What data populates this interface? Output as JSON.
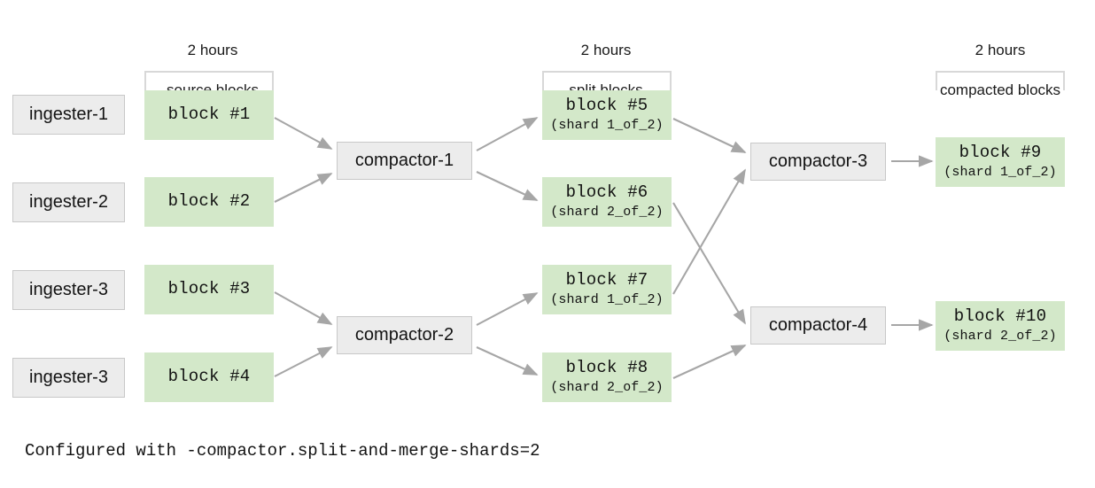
{
  "diagram": {
    "title_caption": "Configured with -compactor.split-and-merge-shards=2",
    "colors": {
      "green_block": "#d3e8c9",
      "grey_box": "#ececec",
      "grey_border": "#c8c8c8",
      "arrow": "#a6a6a6",
      "bracket": "#d8d8d8",
      "text": "#111111"
    },
    "group_labels": [
      {
        "name": "source-blocks-group-label",
        "line1": "2 hours",
        "line2": "source blocks"
      },
      {
        "name": "split-blocks-group-label",
        "line1": "2 hours",
        "line2": "split blocks"
      },
      {
        "name": "compacted-blocks-group-label",
        "line1": "2 hours",
        "line2": "compacted blocks"
      }
    ],
    "ingesters": [
      {
        "label": "ingester-1"
      },
      {
        "label": "ingester-2"
      },
      {
        "label": "ingester-3"
      },
      {
        "label": "ingester-3"
      }
    ],
    "source_blocks": [
      {
        "main": "block #1",
        "sub": ""
      },
      {
        "main": "block #2",
        "sub": ""
      },
      {
        "main": "block #3",
        "sub": ""
      },
      {
        "main": "block #4",
        "sub": ""
      }
    ],
    "split_blocks": [
      {
        "main": "block #5",
        "sub": "(shard 1_of_2)"
      },
      {
        "main": "block #6",
        "sub": "(shard 2_of_2)"
      },
      {
        "main": "block #7",
        "sub": "(shard 1_of_2)"
      },
      {
        "main": "block #8",
        "sub": "(shard 2_of_2)"
      }
    ],
    "compacted_blocks": [
      {
        "main": "block #9",
        "sub": "(shard 1_of_2)"
      },
      {
        "main": "block #10",
        "sub": "(shard 2_of_2)"
      }
    ],
    "compactors": [
      {
        "label": "compactor-1"
      },
      {
        "label": "compactor-2"
      },
      {
        "label": "compactor-3"
      },
      {
        "label": "compactor-4"
      }
    ]
  }
}
